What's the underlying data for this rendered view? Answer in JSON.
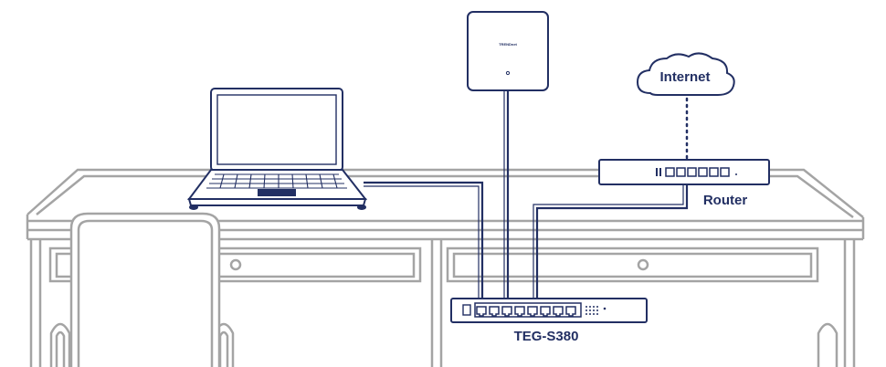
{
  "diagram": {
    "internet_label": "Internet",
    "router_label": "Router",
    "switch_label": "TEG-S380",
    "access_point_brand": "TRENDnet"
  },
  "colors": {
    "furniture": "#a4a4a4",
    "device_outline": "#222f63",
    "cable": "#222f63",
    "text": "#222f63",
    "background": "#ffffff"
  }
}
